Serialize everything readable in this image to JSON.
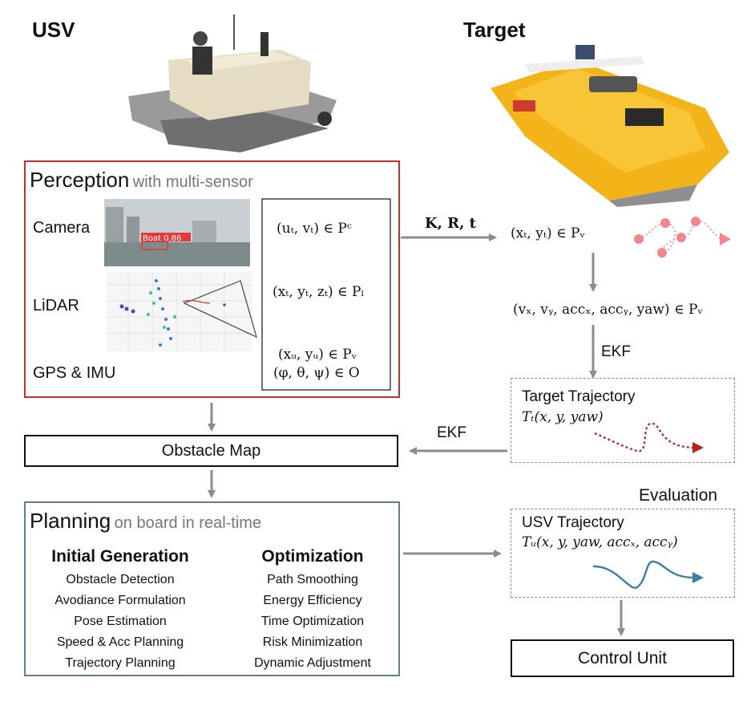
{
  "header": {
    "usv": "USV",
    "target": "Target"
  },
  "perception": {
    "title": "Perception",
    "subtitle": "with multi-sensor",
    "sensors": [
      "Camera",
      "LiDAR",
      "GPS & IMU"
    ],
    "detection_label": "Boat 0.86",
    "eq_camera": "(uₜ, vₜ) ∈ Pᶜ",
    "eq_lidar": "(xₜ, yₜ, zₜ) ∈ Pₗ",
    "eq_gps": "(xᵤ, yᵤ) ∈ Pᵥ",
    "eq_imu": "(φ, θ, ψ) ∈ O"
  },
  "transform_label": "K, R, t",
  "world_point": "(xₜ, yₜ) ∈ Pᵥ",
  "state_vector": "(vₓ, vᵧ, accₓ, accᵧ, yaw) ∈ Pᵥ",
  "ekf_label_1": "EKF",
  "ekf_label_2": "EKF",
  "target_trajectory": {
    "title": "Target Trajectory",
    "formula": "Tₜ(x, y, yaw)"
  },
  "obstacle_map": "Obstacle Map",
  "evaluation": "Evaluation",
  "usv_trajectory": {
    "title": "USV Trajectory",
    "formula": "Tᵤ(x, y, yaw, accₓ, accᵧ)"
  },
  "control_unit": "Control Unit",
  "planning": {
    "title": "Planning",
    "subtitle": "on board in real-time",
    "initial": {
      "heading": "Initial Generation",
      "items": [
        "Obstacle Detection",
        "Avodiance Formulation",
        "Pose Estimation",
        "Speed & Acc Planning",
        "Trajectory Planning"
      ]
    },
    "optimization": {
      "heading": "Optimization",
      "items": [
        "Path Smoothing",
        "Energy Efficiency",
        "Time Optimization",
        "Risk Minimization",
        "Dynamic Adjustment"
      ]
    }
  },
  "colors": {
    "perception_border": "#c0302b",
    "planning_border": "#5f7f98",
    "arrow": "#8c8c8c",
    "target_path": "#b52222",
    "usv_path": "#3c7fa0",
    "target_points": "#f2868e"
  }
}
